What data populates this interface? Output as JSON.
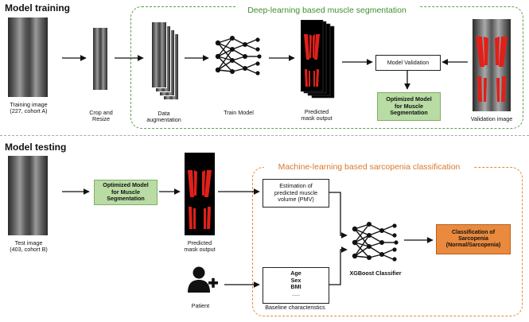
{
  "sections": {
    "training_title": "Model training",
    "testing_title": "Model testing"
  },
  "groups": {
    "segmentation_title": "Deep-learning based muscle segmentation",
    "classification_title": "Machine-learning based sarcopenia classification"
  },
  "training": {
    "image_label": "Training image\n(227, cohort A)",
    "crop_label": "Crop and\nResize",
    "augment_label": "Data\naugmentation",
    "train_label": "Train Model",
    "predicted_label": "Predicted\nmask output",
    "validation_box": "Model Validation",
    "optimized_box": "Optimized Model\nfor Muscle\nSegmentation",
    "validation_image_label": "Validation image"
  },
  "testing": {
    "image_label": "Test image\n(403, cohort B)",
    "optimized_box": "Optimized Model\nfor Muscle\nSegmentation",
    "predicted_label": "Predicted\nmask output",
    "patient_label": "Patient",
    "pmv_box": "Estimation of\npredicted muscle\nvolume (PMV)",
    "baseline_items": [
      "Age",
      "Sex",
      "BMI",
      "....."
    ],
    "baseline_label": "Baseline characteristics",
    "classifier_label": "XGBoost Classifier",
    "result_box": "Classification of\nSarcopenia\n(Normal/Sarcopenia)"
  },
  "icons": [
    "neural-network-icon",
    "patient-add-icon",
    "arrow-icon"
  ],
  "colors": {
    "green_dash": "#5aa045",
    "green_box": "#b9dca4",
    "orange_dash": "#e08a3a",
    "orange_box": "#e98a3e",
    "mask_red": "#e0201a"
  }
}
